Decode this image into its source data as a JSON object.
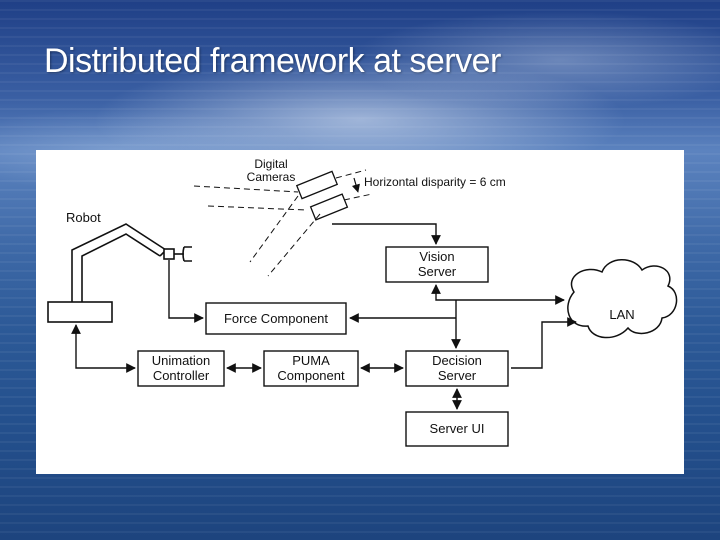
{
  "slide": {
    "title": "Distributed framework at server"
  },
  "diagram": {
    "nodes": {
      "digital_cameras": "Digital\nCameras",
      "horizontal_disparity": "Horizontal disparity = 6 cm",
      "robot": "Robot",
      "vision_server": "Vision\nServer",
      "force_component": "Force Component",
      "lan": "LAN",
      "unimation_controller": "Unimation\nController",
      "puma_component": "PUMA\nComponent",
      "decision_server": "Decision\nServer",
      "server_ui": "Server UI"
    }
  }
}
